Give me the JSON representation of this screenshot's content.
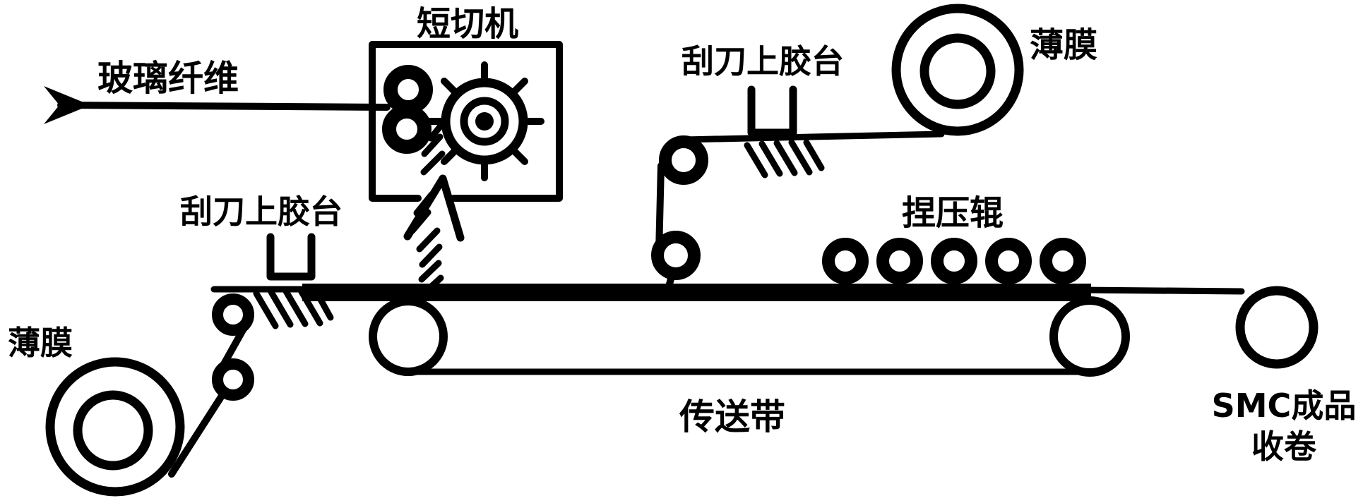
{
  "diagram": {
    "type": "process-flow-diagram",
    "subject": "SMC sheet molding compound production line",
    "colors": {
      "ink": "#000000",
      "background": "#ffffff"
    },
    "labels": {
      "glass_fiber": "玻璃纤维",
      "chopper": "短切机",
      "glue_station_left": "刮刀上胶台",
      "glue_station_right": "刮刀上胶台",
      "film_top_right": "薄膜",
      "film_bottom_left": "薄膜",
      "kneading_rollers": "捏压辊",
      "conveyor_belt": "传送带",
      "smc_takeup_line1": "SMC成品",
      "smc_takeup_line2": "收卷"
    },
    "icons": {
      "flow_arrow": "right-arrow-icon",
      "film_rolls": "coil-roll-icon",
      "cutter": "gear-cutter-icon"
    },
    "counts": {
      "kneading_rollers": 5,
      "glue_stations": 2,
      "film_rolls": 2
    }
  }
}
